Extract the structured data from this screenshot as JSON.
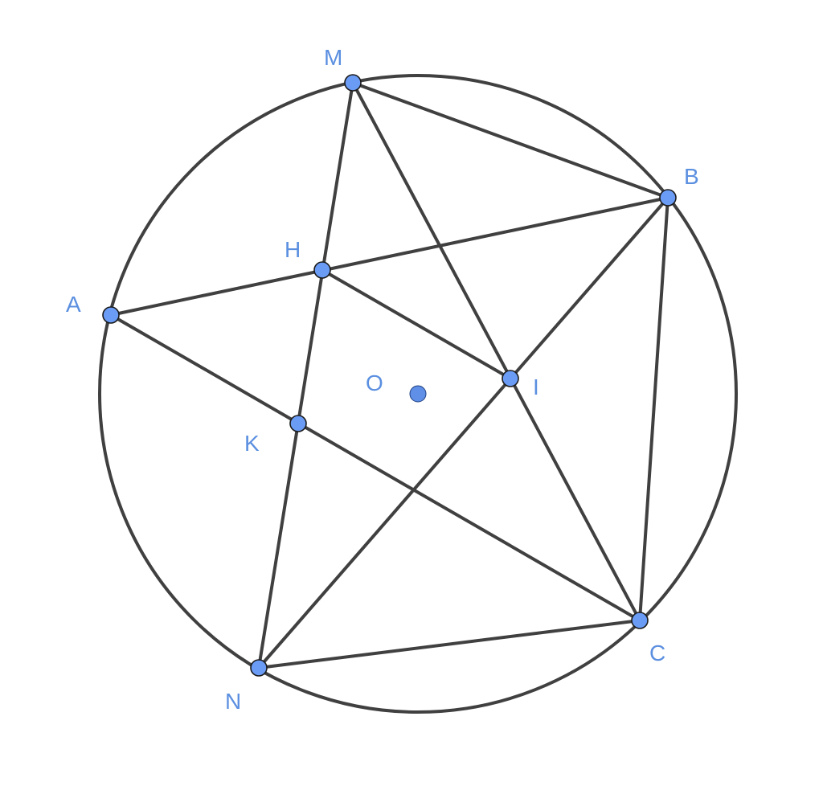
{
  "figure": {
    "stroke_color": "#404040",
    "point_color": "#6b9cf5",
    "label_color": "#5b8fe0",
    "points": {
      "M": {
        "label": "M"
      },
      "B": {
        "label": "B"
      },
      "H": {
        "label": "H"
      },
      "A": {
        "label": "A"
      },
      "O": {
        "label": "O"
      },
      "I": {
        "label": "I"
      },
      "K": {
        "label": "K"
      },
      "C": {
        "label": "C"
      },
      "N": {
        "label": "N"
      }
    },
    "segments": [
      [
        "M",
        "B"
      ],
      [
        "M",
        "N"
      ],
      [
        "M",
        "C"
      ],
      [
        "A",
        "B"
      ],
      [
        "A",
        "C"
      ],
      [
        "H",
        "I"
      ],
      [
        "N",
        "B"
      ],
      [
        "N",
        "C"
      ],
      [
        "B",
        "C"
      ]
    ]
  }
}
